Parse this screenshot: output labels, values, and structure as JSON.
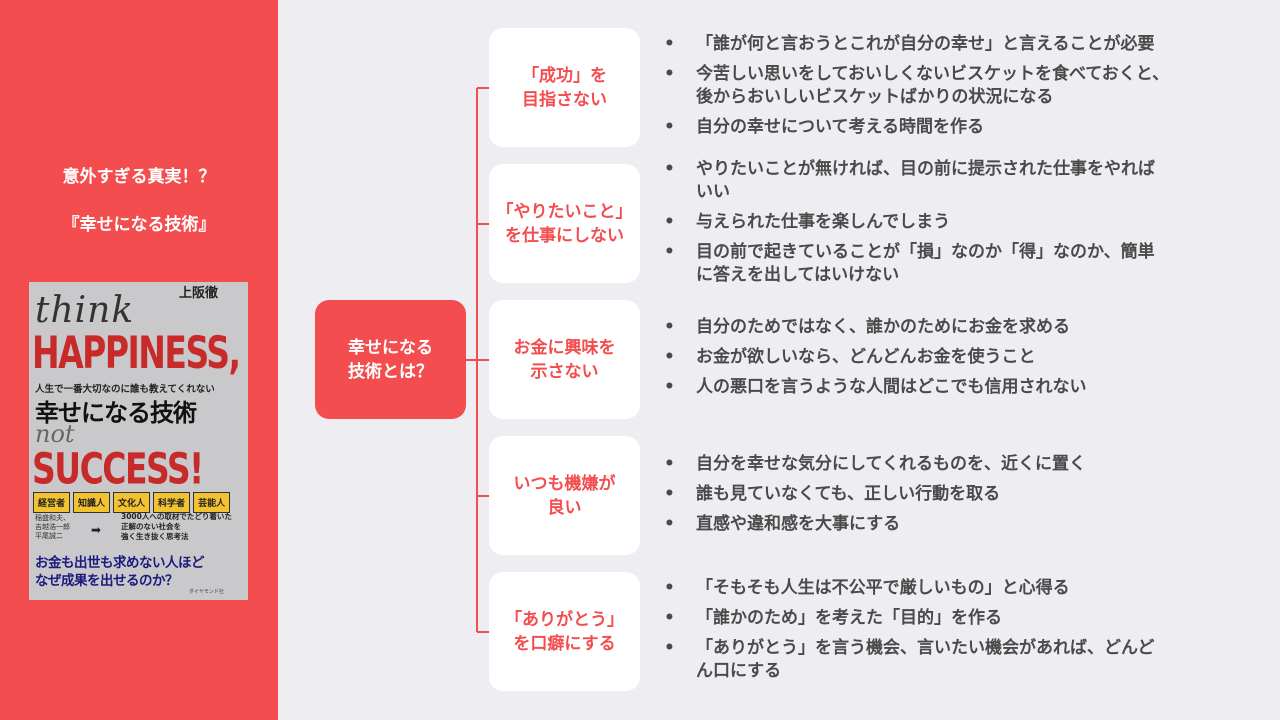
{
  "left": {
    "title_line1": "意外すぎる真実！？",
    "title_line2": "『幸せになる技術』"
  },
  "book": {
    "author": "上阪徹",
    "think": "think",
    "happiness": "HAPPINESS,",
    "subtitle": "人生で一番大切なのに誰も教えてくれない",
    "main_title": "幸せになる技術",
    "not": "not",
    "success": "SUCCESS!",
    "tags": [
      "経営者",
      "知識人",
      "文化人",
      "科学者",
      "芸能人"
    ],
    "people_line1": "稲盛和夫、",
    "people_line2": "吉越浩一郎",
    "people_line3": "平尾誠二",
    "mid_line1": "3000人への取材でたどり着いた",
    "mid_line2": "正解のない社会を",
    "mid_line3": "強く生き抜く思考法",
    "question_line1": "お金も出世も求めない人ほど",
    "question_line2": "なぜ成果を出せるのか？",
    "publisher": "ダイヤモンド社"
  },
  "center": {
    "line1": "幸せになる",
    "line2": "技術とは？"
  },
  "categories": [
    {
      "line1": "「成功」を",
      "line2": "目指さない"
    },
    {
      "line1": "「やりたいこと」",
      "line2": "を仕事にしない"
    },
    {
      "line1": "お金に興味を",
      "line2": "示さない"
    },
    {
      "line1": "いつも機嫌が",
      "line2": "良い"
    },
    {
      "line1": "「ありがとう」",
      "line2": "を口癖にする"
    }
  ],
  "bullet_marker": "•",
  "groups": [
    [
      [
        "「誰が何と言おうとこれが自分の幸せ」と言えることが必要"
      ],
      [
        "今苦しい思いをしておいしくないビスケットを食べておくと、",
        "後からおいしいビスケットばかりの状況になる"
      ],
      [
        "自分の幸せについて考える時間を作る"
      ]
    ],
    [
      [
        "やりたいことが無ければ、目の前に提示された仕事をやれば",
        "いい"
      ],
      [
        "与えられた仕事を楽しんでしまう"
      ],
      [
        "目の前で起きていることが「損」なのか「得」なのか、簡単",
        "に答えを出してはいけない"
      ]
    ],
    [
      [
        "自分のためではなく、誰かのためにお金を求める"
      ],
      [
        "お金が欲しいなら、どんどんお金を使うこと"
      ],
      [
        "人の悪口を言うような人間はどこでも信用されない"
      ]
    ],
    [
      [
        "自分を幸せな気分にしてくれるものを、近くに置く"
      ],
      [
        "誰も見ていなくても、正しい行動を取る"
      ],
      [
        "直感や違和感を大事にする"
      ]
    ],
    [
      [
        "「そもそも人生は不公平で厳しいもの」と心得る"
      ],
      [
        "「誰かのため」を考えた「目的」を作る"
      ],
      [
        "「ありがとう」を言う機会、言いたい機会があれば、どんど",
        "ん口にする"
      ]
    ]
  ],
  "colors": {
    "accent": "#f34d4f",
    "background": "#eeeef2",
    "box": "#ffffff",
    "text": "#4a4a4a"
  }
}
